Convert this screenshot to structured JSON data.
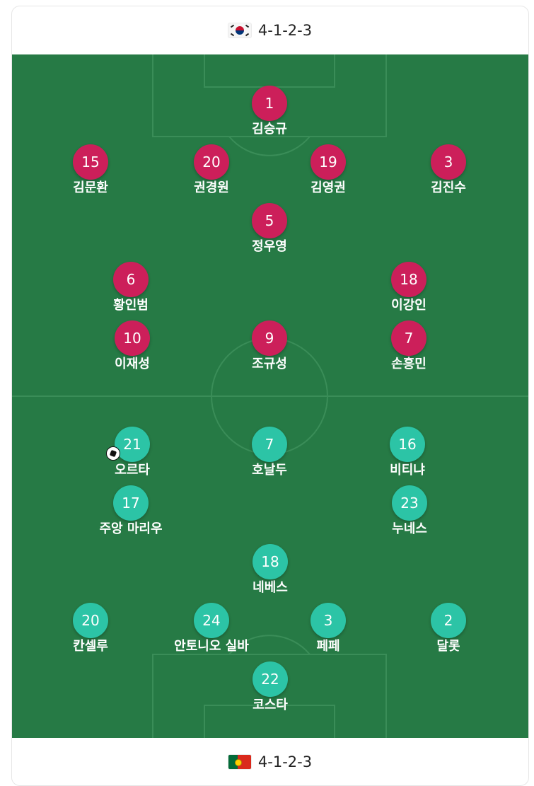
{
  "home": {
    "formation": "4-1-2-3",
    "flag_icon": "south-korea-flag-icon",
    "color": "#cc1f5a",
    "players": [
      {
        "number": "1",
        "name": "김승규"
      },
      {
        "number": "15",
        "name": "김문환"
      },
      {
        "number": "20",
        "name": "권경원"
      },
      {
        "number": "19",
        "name": "김영권"
      },
      {
        "number": "3",
        "name": "김진수"
      },
      {
        "number": "5",
        "name": "정우영"
      },
      {
        "number": "6",
        "name": "황인범"
      },
      {
        "number": "18",
        "name": "이강인"
      },
      {
        "number": "10",
        "name": "이재성"
      },
      {
        "number": "9",
        "name": "조규성"
      },
      {
        "number": "7",
        "name": "손흥민"
      }
    ]
  },
  "away": {
    "formation": "4-1-2-3",
    "flag_icon": "portugal-flag-icon",
    "color": "#2cc4a6",
    "players": [
      {
        "number": "21",
        "name": "오르타",
        "goal": true
      },
      {
        "number": "7",
        "name": "호날두"
      },
      {
        "number": "16",
        "name": "비티냐"
      },
      {
        "number": "17",
        "name": "주앙 마리우"
      },
      {
        "number": "23",
        "name": "누네스"
      },
      {
        "number": "18",
        "name": "네베스"
      },
      {
        "number": "20",
        "name": "칸셀루"
      },
      {
        "number": "24",
        "name": "안토니오 실바"
      },
      {
        "number": "3",
        "name": "페페"
      },
      {
        "number": "2",
        "name": "달롯"
      },
      {
        "number": "22",
        "name": "코스타"
      }
    ]
  },
  "colors": {
    "pitch": "#267a45",
    "lines": "#3a8d58"
  }
}
